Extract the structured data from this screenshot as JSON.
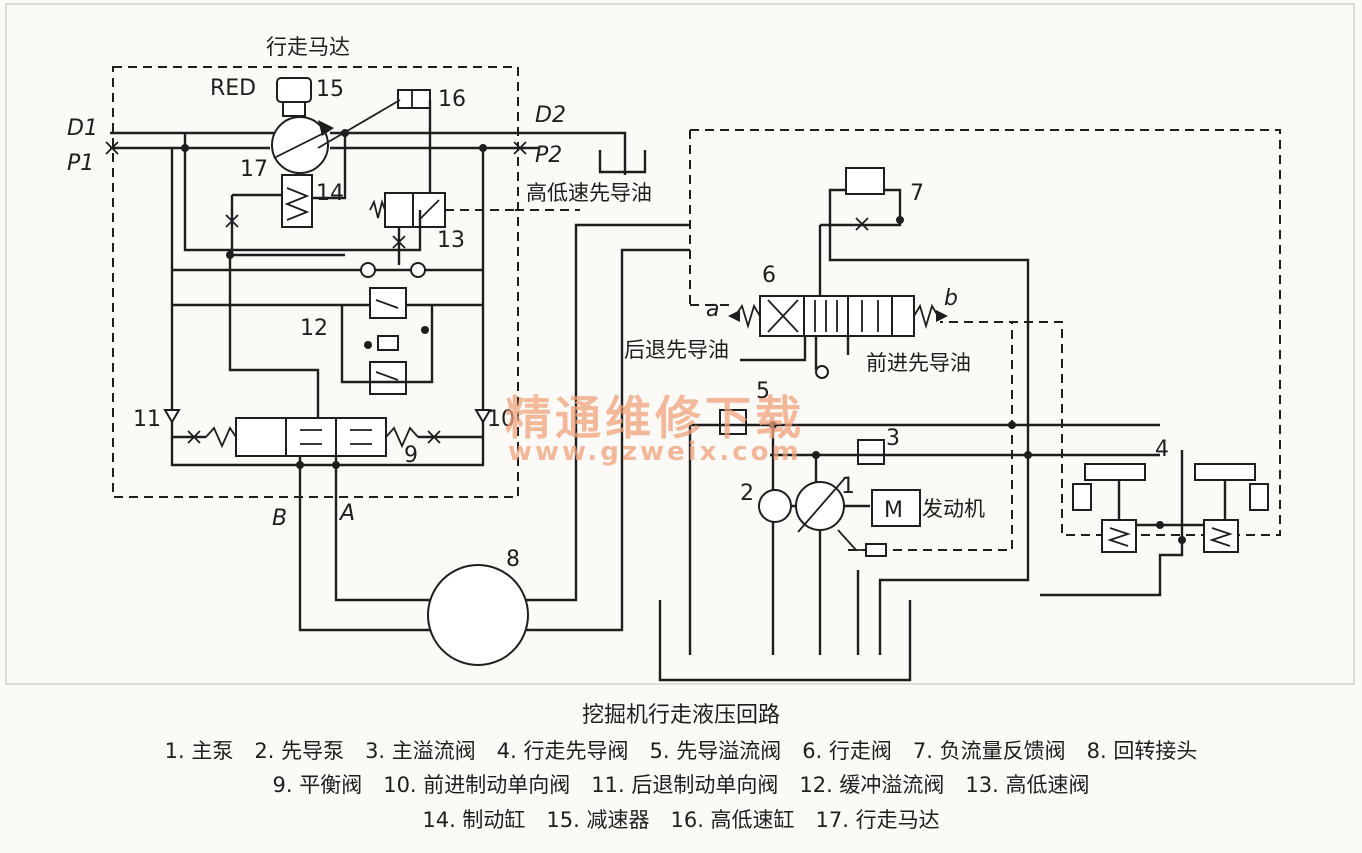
{
  "diagram": {
    "labels": {
      "motor_box": "行走马达",
      "red": "RED",
      "d1": "D1",
      "p1": "P1",
      "d2": "D2",
      "p2": "P2",
      "a_port": "A",
      "b_port": "B",
      "hi_lo_pilot": "高低速先导油",
      "reverse_pilot": "后退先导油",
      "forward_pilot": "前进先导油",
      "engine": "发动机",
      "motor_m": "M",
      "spool_a": "a",
      "spool_b": "b"
    },
    "numbers": [
      "1",
      "2",
      "3",
      "4",
      "5",
      "6",
      "7",
      "8",
      "9",
      "10",
      "11",
      "12",
      "13",
      "14",
      "15",
      "16",
      "17"
    ]
  },
  "watermark": {
    "text": "精通维修下载",
    "url": "www.gzweix.com"
  },
  "caption": {
    "title": "挖掘机行走液压回路",
    "legend_line1": "1. 主泵　2. 先导泵　3. 主溢流阀　4. 行走先导阀　5. 先导溢流阀　6. 行走阀　7. 负流量反馈阀　8. 回转接头",
    "legend_line2": "9. 平衡阀　10. 前进制动单向阀　11. 后退制动单向阀　12. 缓冲溢流阀　13. 高低速阀",
    "legend_line3": "14. 制动缸　15. 减速器　16. 高低速缸　17. 行走马达"
  }
}
